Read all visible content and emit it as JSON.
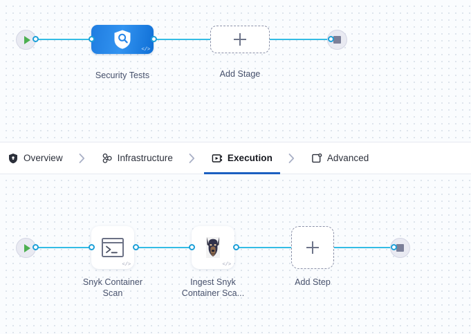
{
  "theme": {
    "canvas_bg": "#fafcfe",
    "dot_color": "#d3dce6",
    "edge_color": "#33bce4",
    "port_stroke": "#1b9fd8",
    "stage_blue": "#2585e8",
    "active_tab_underline": "#1b5fc1",
    "label_color": "#46506b",
    "dashed_border": "#8a90a8",
    "play_green": "#4caf50",
    "stop_gray": "#7b7f98"
  },
  "stage_canvas": {
    "name": "pipeline-stage-canvas",
    "start_node": {
      "icon": "play-icon",
      "title": "Start"
    },
    "end_node": {
      "icon": "stop-icon",
      "title": "End"
    },
    "nodes": [
      {
        "id": "security-tests",
        "label": "Security Tests",
        "icon": "shield-search-icon",
        "badge": "</>",
        "type": "stage",
        "selected": true
      },
      {
        "id": "add-stage",
        "label": "Add Stage",
        "icon": "plus-icon",
        "type": "add"
      }
    ]
  },
  "tabbar": {
    "name": "pipeline-tabbar",
    "separator": "›",
    "tabs": [
      {
        "id": "overview",
        "label": "Overview",
        "icon": "shield-icon",
        "active": false
      },
      {
        "id": "infrastructure",
        "label": "Infrastructure",
        "icon": "nodes-icon",
        "active": false
      },
      {
        "id": "execution",
        "label": "Execution",
        "icon": "play-screen-icon",
        "active": true
      },
      {
        "id": "advanced",
        "label": "Advanced",
        "icon": "card-gear-icon",
        "active": false
      }
    ]
  },
  "step_canvas": {
    "name": "pipeline-step-canvas",
    "start_node": {
      "icon": "play-icon",
      "title": "Start"
    },
    "end_node": {
      "icon": "stop-icon",
      "title": "End"
    },
    "nodes": [
      {
        "id": "snyk-container-scan",
        "label": "Snyk Container\nScan",
        "icon": "terminal-icon",
        "badge": "</>",
        "type": "step"
      },
      {
        "id": "ingest-snyk-container-scan",
        "label": "Ingest Snyk\nContainer Sca...",
        "icon": "doberman-icon",
        "badge": "</>",
        "type": "step"
      },
      {
        "id": "add-step",
        "label": "Add Step",
        "icon": "plus-icon",
        "type": "add"
      }
    ]
  }
}
